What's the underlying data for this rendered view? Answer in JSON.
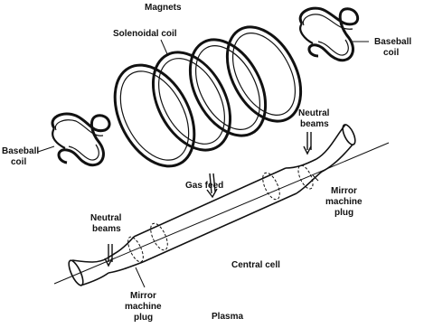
{
  "labels": {
    "magnets": "Magnets",
    "solenoidal_coil": "Solenoidal coil",
    "baseball_coil_right_1": "Baseball",
    "baseball_coil_right_2": "coil",
    "baseball_coil_left_1": "Baseball",
    "baseball_coil_left_2": "coil",
    "neutral_beams_right_1": "Neutral",
    "neutral_beams_right_2": "beams",
    "neutral_beams_left_1": "Neutral",
    "neutral_beams_left_2": "beams",
    "gas_feed": "Gas feed",
    "mirror_plug_right_1": "Mirror",
    "mirror_plug_right_2": "machine",
    "mirror_plug_right_3": "plug",
    "mirror_plug_left_1": "Mirror",
    "mirror_plug_left_2": "machine",
    "mirror_plug_left_3": "plug",
    "central_cell": "Central cell",
    "plasma": "Plasma"
  },
  "colors": {
    "ink": "#111111",
    "background": "#ffffff"
  }
}
